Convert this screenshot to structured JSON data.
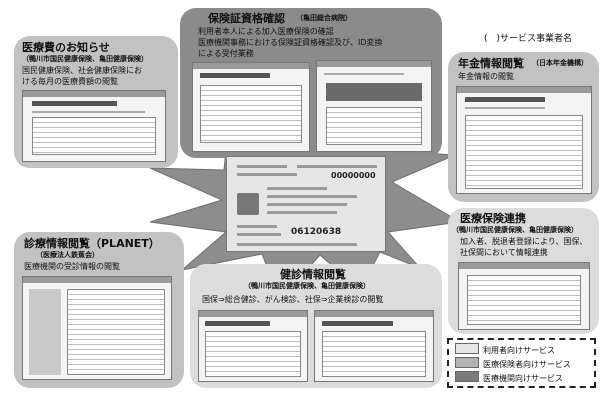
{
  "header": {
    "service_label": "(　)サービス事業者名"
  },
  "panels": {
    "medical_bill": {
      "title": "医療費のお知らせ",
      "subtitle": "（鴨川市国民健康保険、亀田健康保険）",
      "desc1": "国民健康保険、社会健康保険にお",
      "desc2": "ける毎月の医療費額の閲覧"
    },
    "insurance_check": {
      "title": "保険証資格確認",
      "subtitle": "（亀田総合病院）",
      "desc1": "利用者本人による加入医療保険の確認",
      "desc2": "医療機関事務における保険証資格確認及び、ID変換",
      "desc3": "による受付業務"
    },
    "pension": {
      "title": "年金情報閲覧",
      "subtitle": "（日本年金機構）",
      "desc1": "年金情報の閲覧"
    },
    "planet": {
      "title": "診療情報閲覧（PLANET）",
      "subtitle": "（医療法人鉄蕉会）",
      "desc1": "医療機関の受診情報の閲覧"
    },
    "checkup": {
      "title": "健診情報閲覧",
      "subtitle": "（鴨川市国民健康保険、亀田健康保険）",
      "desc1": "国保⇒総合健診、がん検診、社保⇒企業検診の閲覧"
    },
    "link": {
      "title": "医療保険連携",
      "subtitle": "（鴨川市国民健康保険、亀田健康保険）",
      "desc1": "加入者、脱退者登録により、国保、",
      "desc2": "社保間において情報連携"
    }
  },
  "card": {
    "number": "06120638",
    "code": "00000000"
  },
  "legend": {
    "items": [
      {
        "label": "利用者向けサービス",
        "color": "#e6e6e6"
      },
      {
        "label": "医療保険者向けサービス",
        "color": "#b4b4b4"
      },
      {
        "label": "医療機関向けサービス",
        "color": "#7a7a7a"
      }
    ]
  }
}
